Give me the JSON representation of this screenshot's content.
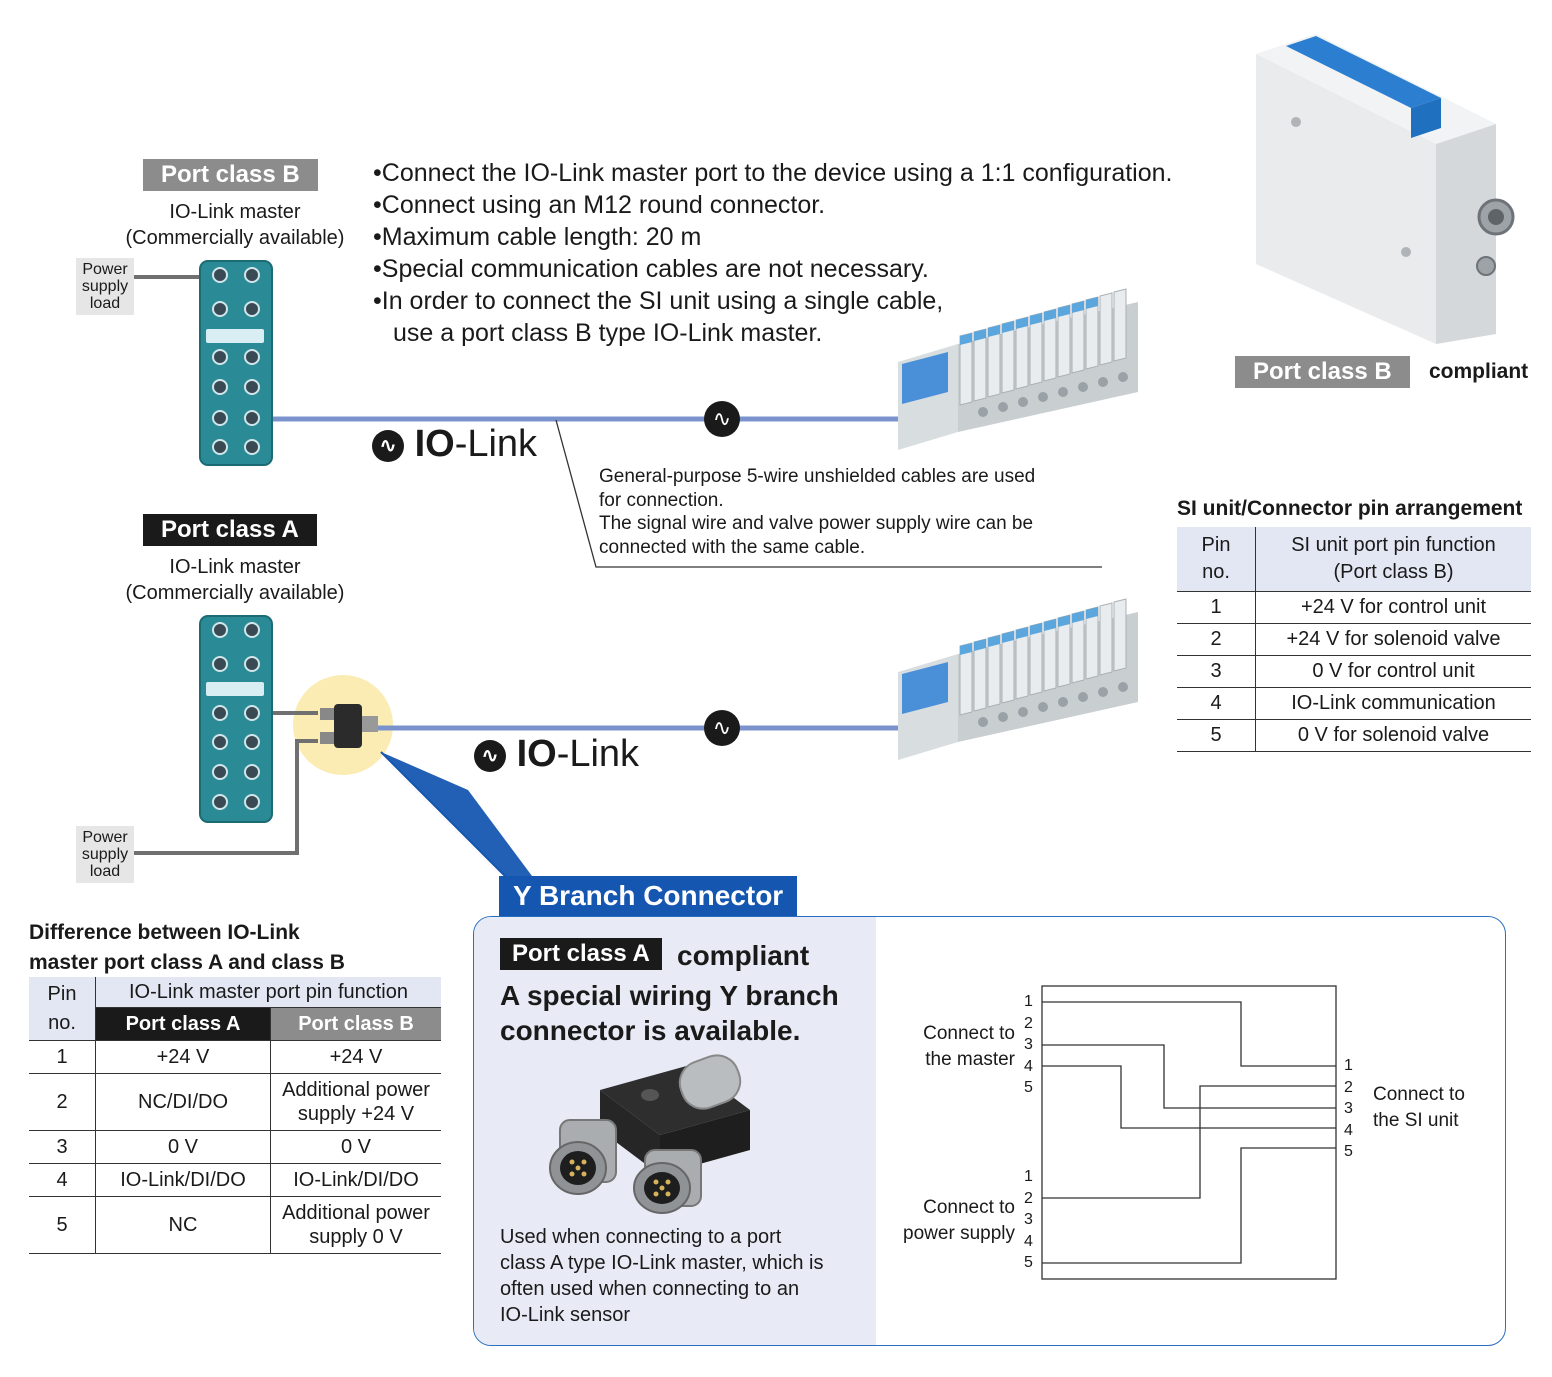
{
  "port_b_block": {
    "badge": "Port class B",
    "master_line1": "IO-Link master",
    "master_line2": "(Commercially available)",
    "power_label": [
      "Power",
      "supply",
      "load"
    ]
  },
  "port_a_block": {
    "badge": "Port class A",
    "master_line1": "IO-Link master",
    "master_line2": "(Commercially available)",
    "power_label": [
      "Power",
      "supply",
      "load"
    ]
  },
  "bullets": [
    "Connect the IO-Link master port to the device using a 1:1 configuration.",
    "Connect using an M12 round connector.",
    "Maximum cable length: 20 m",
    "Special communication cables are not necessary.",
    "In order to connect the SI unit using a single cable,",
    "use a port class B type IO-Link master."
  ],
  "iolink_logo": {
    "bold": "IO",
    "rest": "-Link"
  },
  "cable_note": [
    "General-purpose 5-wire unshielded cables are used",
    "for connection.",
    "The signal wire and valve power supply wire can be",
    "connected with the same cable."
  ],
  "si_unit": {
    "badge": "Port class B",
    "suffix": "compliant"
  },
  "pin_table": {
    "title": "SI unit/Connector pin arrangement",
    "headers": [
      "Pin no.",
      "SI unit port pin function (Port class B)"
    ],
    "header_pin": [
      "Pin",
      "no."
    ],
    "header_func": [
      "SI unit port pin function",
      "(Port class B)"
    ],
    "rows": [
      [
        "1",
        "+24 V for control unit"
      ],
      [
        "2",
        "+24 V for solenoid valve"
      ],
      [
        "3",
        "0 V for control unit"
      ],
      [
        "4",
        "IO-Link communication"
      ],
      [
        "5",
        "0 V for solenoid valve"
      ]
    ]
  },
  "diff_table": {
    "title_line1": "Difference between IO-Link",
    "title_line2": "master port class A and class B",
    "header_pin": [
      "Pin",
      "no."
    ],
    "header_group": "IO-Link master port pin function",
    "header_a": "Port class A",
    "header_b": "Port class B",
    "rows": [
      [
        "1",
        "+24 V",
        "+24 V"
      ],
      [
        "2",
        "NC/DI/DO",
        "Additional power supply +24 V"
      ],
      [
        "3",
        "0 V",
        "0 V"
      ],
      [
        "4",
        "IO-Link/DI/DO",
        "IO-Link/DI/DO"
      ],
      [
        "5",
        "NC",
        "Additional power supply 0 V"
      ]
    ],
    "row2_b": [
      "Additional power",
      "supply +24 V"
    ],
    "row5_b": [
      "Additional power",
      "supply 0 V"
    ]
  },
  "y_branch": {
    "banner": "Y Branch Connector",
    "badge": "Port class A",
    "badge_suffix": "compliant",
    "headline_line1": "A special wiring Y branch",
    "headline_line2": "connector is available.",
    "usage": [
      "Used when connecting to a port",
      "class A type IO-Link master, which is",
      "often used when connecting to an",
      "IO-Link sensor"
    ],
    "wiring": {
      "master_label": [
        "Connect to",
        "the master"
      ],
      "power_label": [
        "Connect to",
        "power supply"
      ],
      "si_label": [
        "Connect to",
        "the SI unit"
      ],
      "pins": [
        "1",
        "2",
        "3",
        "4",
        "5"
      ]
    }
  },
  "colors": {
    "cable_blue": "#7b93cc",
    "banner_blue": "#1557b0",
    "badge_grey": "#8c8c8c",
    "badge_black": "#1a1a1a",
    "table_header_bg": "#e3e6f3",
    "master_teal": "#2a8a96"
  }
}
